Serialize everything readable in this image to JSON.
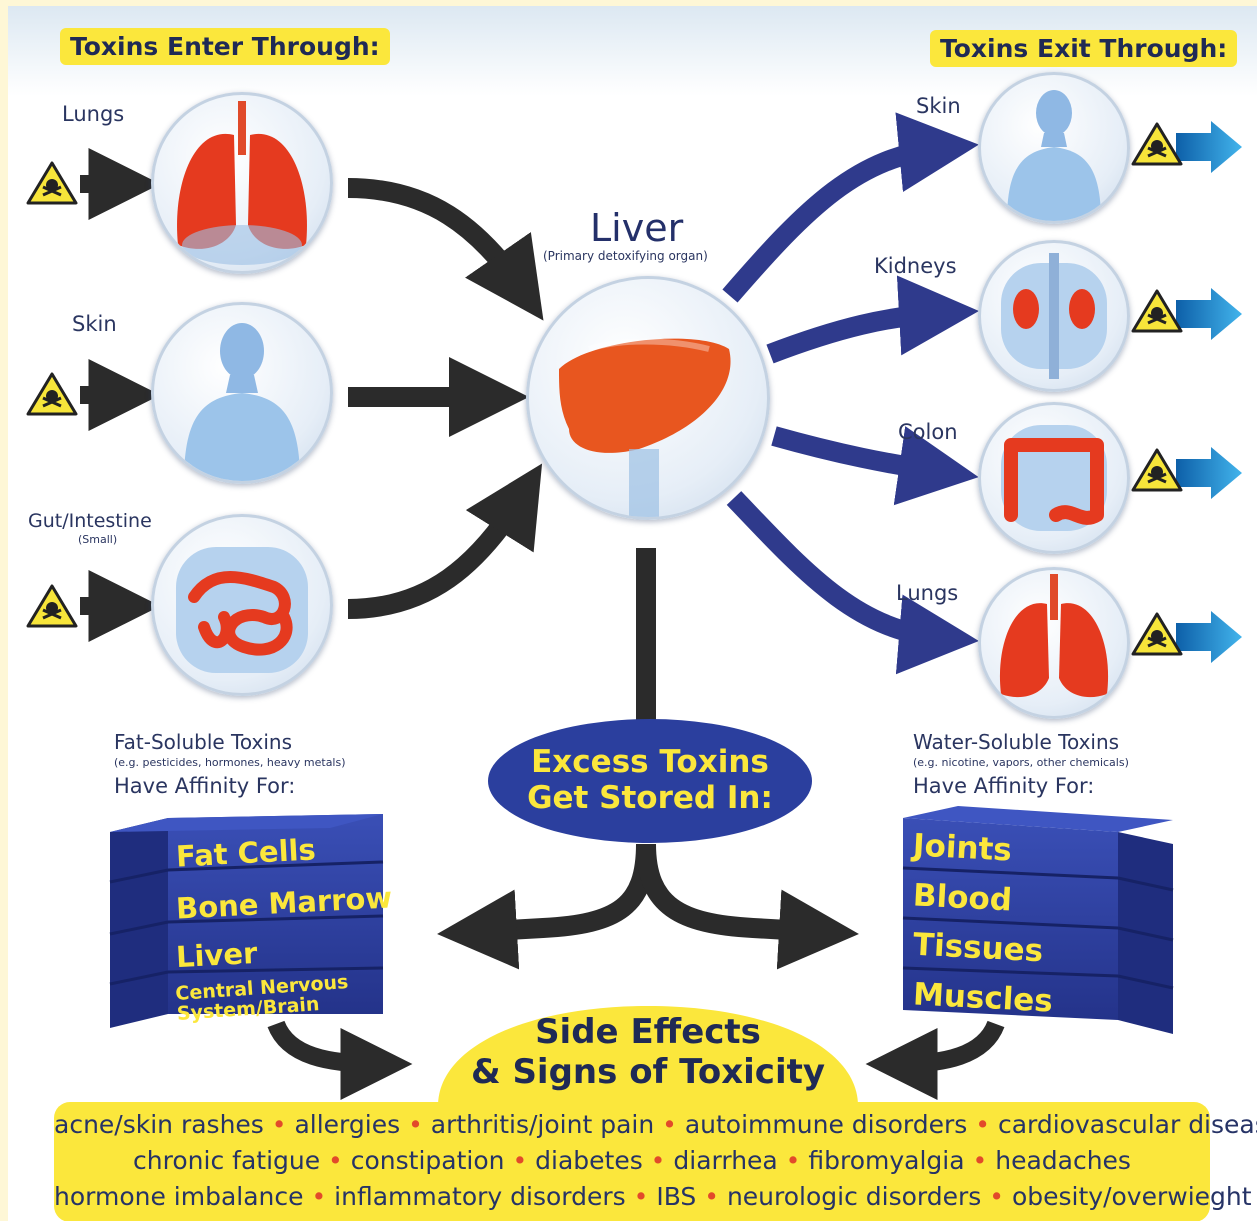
{
  "enter": {
    "header": "Toxins Enter Through:",
    "lungs": "Lungs",
    "skin": "Skin",
    "gut": "Gut/Intestine",
    "gut_sub": "(Small)"
  },
  "exit": {
    "header": "Toxins Exit Through:",
    "skin": "Skin",
    "kidneys": "Kidneys",
    "colon": "Colon",
    "lungs": "Lungs"
  },
  "liver": {
    "title": "Liver",
    "subtitle": "(Primary detoxifying organ)"
  },
  "storage": {
    "line1": "Excess Toxins",
    "line2": "Get Stored In:"
  },
  "fat_soluble": {
    "title": "Fat-Soluble Toxins",
    "examples": "(e.g. pesticides, hormones, heavy metals)",
    "affinity": "Have Affinity For:",
    "items": [
      "Fat Cells",
      "Bone Marrow",
      "Liver",
      "Central Nervous",
      "System/Brain"
    ]
  },
  "water_soluble": {
    "title": "Water-Soluble Toxins",
    "examples": "(e.g. nicotine, vapors, other chemicals)",
    "affinity": "Have Affinity For:",
    "items": [
      "Joints",
      "Blood",
      "Tissues",
      "Muscles"
    ]
  },
  "side_effects": {
    "title1": "Side Effects",
    "title2": "& Signs of Toxicity",
    "line1": [
      "acne/skin rashes",
      "allergies",
      "arthritis/joint pain",
      "autoimmune disorders",
      "cardiovascular disease"
    ],
    "line2": [
      "chronic fatigue",
      "constipation",
      "diabetes",
      "diarrhea",
      "fibromyalgia",
      "headaches"
    ],
    "line3": [
      "hormone imbalance",
      "inflammatory disorders",
      "IBS",
      "neurologic disorders",
      "obesity/overwieght"
    ]
  },
  "colors": {
    "yellow": "#fbe73c",
    "navy_arrow": "#2f3a8c",
    "dark_arrow": "#2b2b2b",
    "exit_arrow": "#1e8fd2",
    "organ_red": "#e53a1f",
    "block_blue": "#2d3f9e",
    "text_navy": "#24306a"
  }
}
